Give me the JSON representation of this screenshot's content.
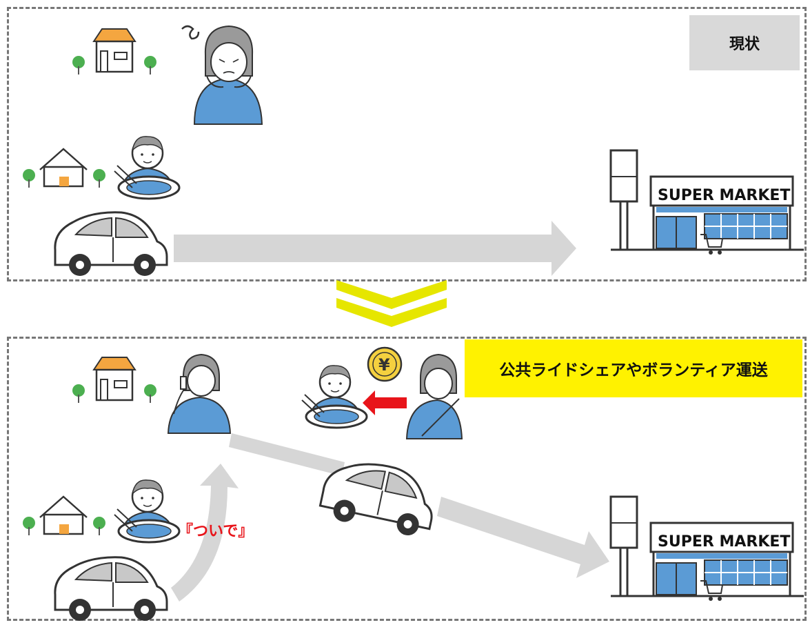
{
  "current_state_label": "現状",
  "future_state_label": "公共ライドシェアやボランティア運送",
  "supermarket_sign": "SUPER  MARKET",
  "on_the_way_label": "『ついで』",
  "yen_symbol": "¥",
  "colors": {
    "panel_border": "#777777",
    "current_label_bg": "#d9d9d9",
    "future_label_bg": "#fff200",
    "arrow_gray": "#d6d6d6",
    "chevron_yellow": "#e6e600",
    "payment_arrow": "#e8141a",
    "clothing_blue": "#5b9bd5",
    "house_orange": "#f4a640",
    "tree_green": "#4caf50"
  }
}
